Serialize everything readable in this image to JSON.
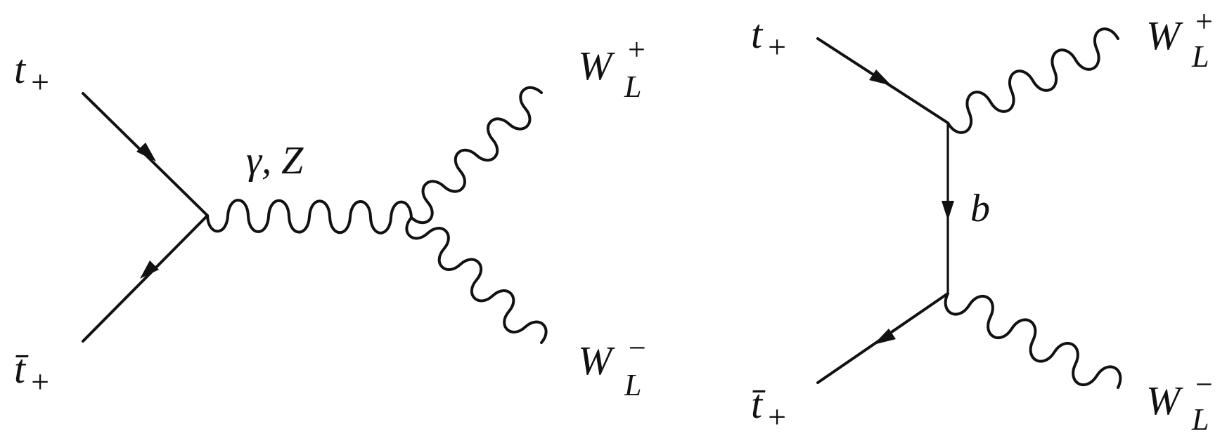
{
  "diagram_left": {
    "in_fermion": {
      "symbol": "t",
      "sub": "+"
    },
    "out_antifermion": {
      "symbol": "t̄",
      "sub": "+"
    },
    "propagator_label": "γ, Z",
    "boson_top": {
      "symbol": "W",
      "sup": "+",
      "sub": "L"
    },
    "boson_bottom": {
      "symbol": "W",
      "sup": "−",
      "sub": "L"
    }
  },
  "diagram_right": {
    "in_fermion": {
      "symbol": "t",
      "sub": "+"
    },
    "out_antifermion": {
      "symbol": "t̄",
      "sub": "+"
    },
    "propagator_label": "b",
    "boson_top": {
      "symbol": "W",
      "sup": "+",
      "sub": "L"
    },
    "boson_bottom": {
      "symbol": "W",
      "sup": "−",
      "sub": "L"
    }
  }
}
